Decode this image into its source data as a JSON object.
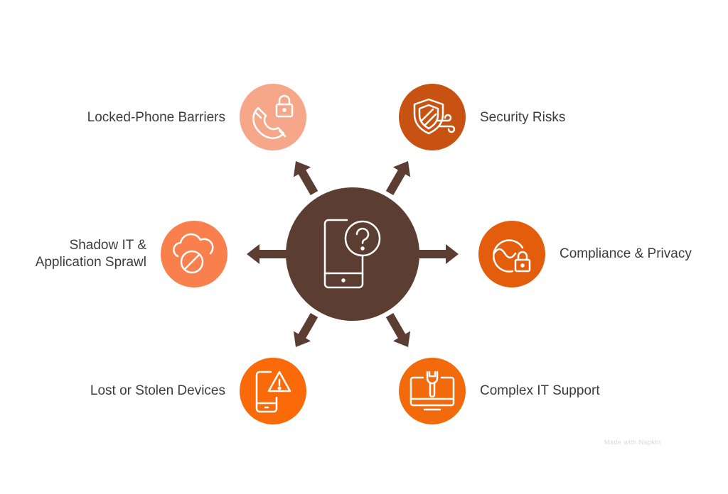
{
  "colors": {
    "hub": "#5c3d31",
    "arrow": "#5c3d31",
    "locked_phone": "#f7a789",
    "security": "#c75211",
    "shadow_it": "#f97f4d",
    "compliance": "#e35d0c",
    "lost_devices": "#fa6a08",
    "complex_it": "#f26a0b",
    "icon_stroke": "#ffffff",
    "label_text": "#3c3c3c"
  },
  "hub": {
    "icon": "phone-question-icon"
  },
  "nodes": [
    {
      "id": "locked-phone",
      "label_lines": [
        "Locked-Phone Barriers"
      ],
      "icon": "phone-lock-icon"
    },
    {
      "id": "security",
      "label_lines": [
        "Security Risks"
      ],
      "icon": "shield-wind-icon"
    },
    {
      "id": "shadow-it",
      "label_lines": [
        "Shadow IT &",
        "Application Sprawl"
      ],
      "icon": "cloud-blocked-icon"
    },
    {
      "id": "compliance",
      "label_lines": [
        "Compliance & Privacy"
      ],
      "icon": "privacy-lock-icon"
    },
    {
      "id": "lost-devices",
      "label_lines": [
        "Lost or Stolen Devices"
      ],
      "icon": "phone-warning-icon"
    },
    {
      "id": "complex-it",
      "label_lines": [
        "Complex IT Support"
      ],
      "icon": "monitor-wrench-icon"
    }
  ],
  "watermark": "Made with Napkin"
}
